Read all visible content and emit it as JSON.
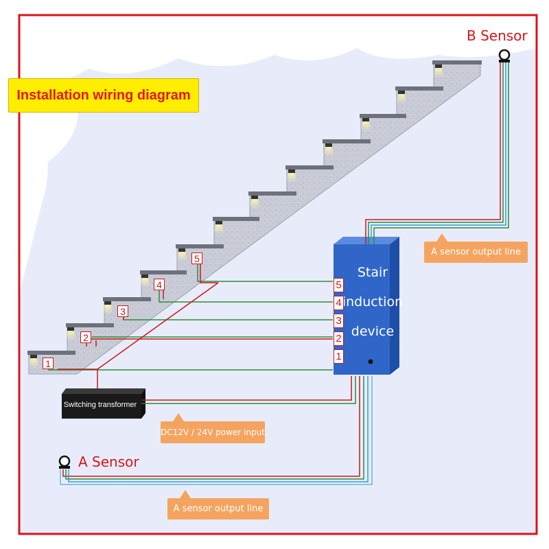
{
  "diagram": {
    "title": "Installation wiring diagram",
    "b_sensor_label": "B Sensor",
    "a_sensor_label": "A Sensor",
    "device": {
      "line1": "Stair",
      "line2": "induction",
      "line3": "device",
      "ports": [
        "5",
        "4",
        "3",
        "2",
        "1"
      ]
    },
    "step_numbers": [
      "1",
      "2",
      "3",
      "4",
      "5"
    ],
    "transformer_label": "Switching transformer",
    "callouts": {
      "b_sensor_output": "A sensor output line",
      "power_input": "DC12V / 24V power input",
      "a_sensor_output": "A sensor output line"
    },
    "colors": {
      "border": "#d8141a",
      "background": "#e8ecfa",
      "device": "#2f66c8",
      "title_bg": "#ffee00",
      "callout_bg": "#f5a460",
      "wire_green": "#2e8b3a",
      "wire_red": "#c8161d",
      "wire_blue": "#2f9fd8"
    }
  }
}
